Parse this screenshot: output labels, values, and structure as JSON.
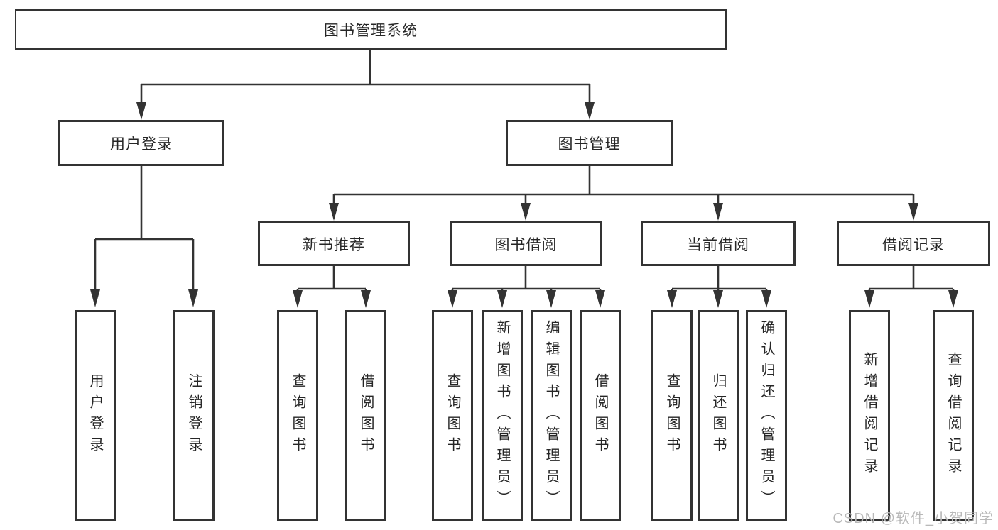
{
  "watermark": "CSDN @软件_小贺同学",
  "colors": {
    "line": "#333333",
    "box_border": "#333333",
    "box_background": "#ffffff",
    "text": "#262626",
    "watermark": "#b9b9b9"
  },
  "tree": {
    "root": {
      "label": "图书管理系统"
    },
    "branches": [
      {
        "label": "用户登录",
        "children": [
          {
            "label": "用户登录"
          },
          {
            "label": "注销登录"
          }
        ]
      },
      {
        "label": "图书管理",
        "children": [
          {
            "label": "新书推荐",
            "children": [
              {
                "label": "查询图书"
              },
              {
                "label": "借阅图书"
              }
            ]
          },
          {
            "label": "图书借阅",
            "children": [
              {
                "label": "查询图书"
              },
              {
                "label": "新增图书（管理员）"
              },
              {
                "label": "编辑图书（管理员）"
              },
              {
                "label": "借阅图书"
              }
            ]
          },
          {
            "label": "当前借阅",
            "children": [
              {
                "label": "查询图书"
              },
              {
                "label": "归还图书"
              },
              {
                "label": "确认归还（管理员）"
              }
            ]
          },
          {
            "label": "借阅记录",
            "children": [
              {
                "label": "新增借阅记录"
              },
              {
                "label": "查询借阅记录"
              }
            ]
          }
        ]
      }
    ]
  }
}
